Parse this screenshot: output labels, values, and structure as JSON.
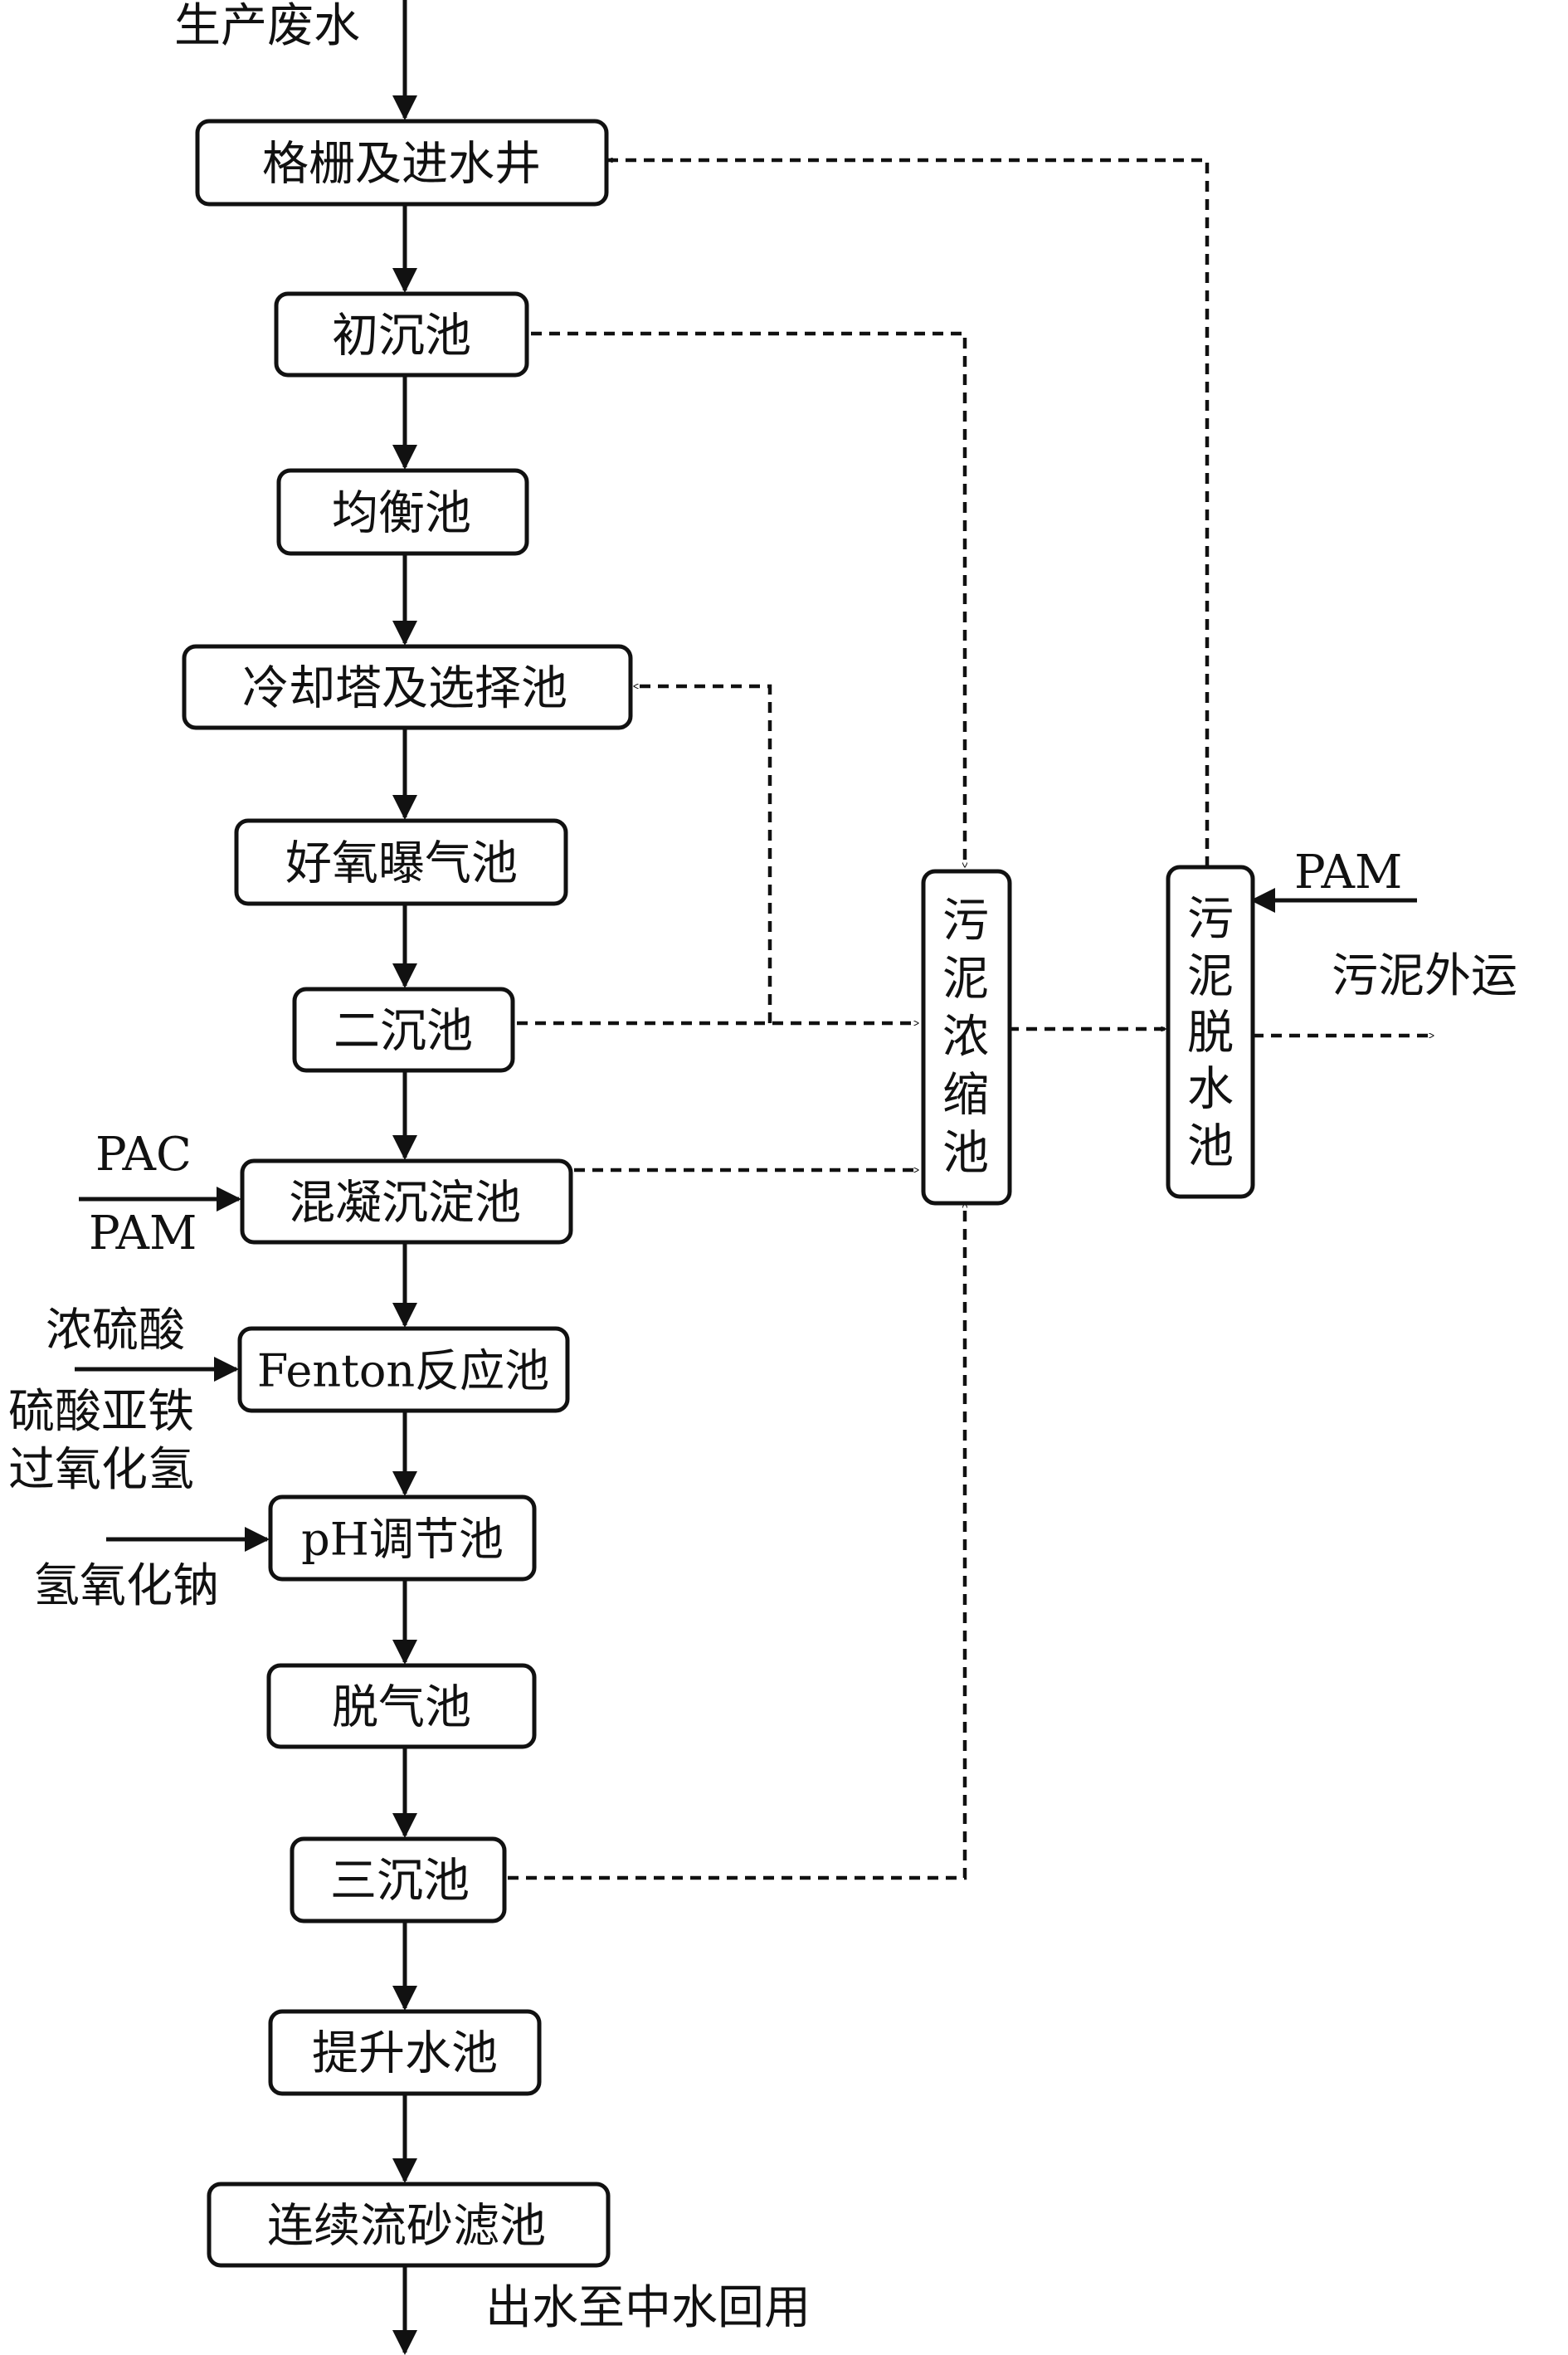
{
  "inputs": {
    "raw_water": "生产废水",
    "pac": "PAC",
    "pam_coag": "PAM",
    "conc_sulfuric": "浓硫酸",
    "ferrous_sulfate": "硫酸亚铁",
    "hydrogen_peroxide": "过氧化氢",
    "sodium_hydroxide": "氢氧化钠",
    "pam_dewater": "PAM"
  },
  "units": {
    "screen_well": "格栅及进水井",
    "primary_settling": "初沉池",
    "equalization": "均衡池",
    "cooling_tower": "冷却塔及选择池",
    "aeration": "好氧曝气池",
    "secondary_settling": "二沉池",
    "coagulation": "混凝沉淀池",
    "fenton": "Fenton反应池",
    "ph_adjust": "pH调节池",
    "degas": "脱气池",
    "tertiary_settling": "三沉池",
    "lift_pool": "提升水池",
    "sand_filter": "连续流砂滤池"
  },
  "sludge": {
    "thickener_chars": [
      "污",
      "泥",
      "浓",
      "缩",
      "池"
    ],
    "dewater_chars": [
      "污",
      "泥",
      "脱",
      "水",
      "池"
    ],
    "outbound": "污泥外运"
  },
  "outputs": {
    "effluent": "出水至中水回用"
  }
}
